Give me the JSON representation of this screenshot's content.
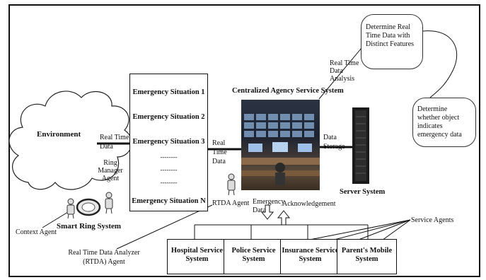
{
  "nodes": {
    "environment": "Environment",
    "smart_ring_system": "Smart Ring System",
    "context_agent": "Context Agent",
    "ring_manager_agent": "Ring Manager Agent",
    "emergency_situations": [
      "Emergency Situation 1",
      "Emergency Situation 2",
      "Emergency Situation 3"
    ],
    "ellipsis_rows": [
      "--------",
      "--------",
      "--------"
    ],
    "emergency_situation_n": "Emergency Situation N",
    "centralized_title": "Centralized Agency Service System",
    "rtda_agent": "RTDA Agent",
    "server_system": "Server System",
    "bubble_determine_real_time": "Determine Real Time Data with Distinct Features",
    "bubble_determine_whether": "Determine whether object indicates emergency data",
    "real_time_data_analyzer": "Real Time Data Analyzer (RTDA) Agent",
    "service_agents": "Service Agents",
    "services": [
      "Hospital Service System",
      "Police Service System",
      "Insurance Service System",
      "Parent's Mobile System"
    ]
  },
  "edge_labels": {
    "real_time_data_1": "Real Time Data",
    "real_time_data_2": "Real Time Data",
    "data_storage": "Data Storage",
    "real_time_data_analysis": "Real Time Data Analysis",
    "emergency_data": "Emergency Data",
    "acknowledgement": "Acknowledgement"
  }
}
